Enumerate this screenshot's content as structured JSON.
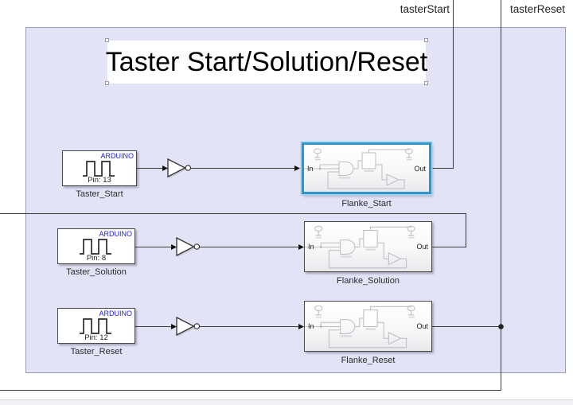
{
  "top_signals": {
    "start": "tasterStart",
    "reset": "tasterReset"
  },
  "area_title": "Taster Start/Solution/Reset",
  "sources": [
    {
      "brand": "ARDUINO",
      "pin": "Pin: 13",
      "name": "Taster_Start"
    },
    {
      "brand": "ARDUINO",
      "pin": "Pin: 8",
      "name": "Taster_Solution"
    },
    {
      "brand": "ARDUINO",
      "pin": "Pin: 12",
      "name": "Taster_Reset"
    }
  ],
  "subsystems": [
    {
      "name": "Flanke_Start",
      "port_in": "In",
      "port_out": "Out",
      "selected": true
    },
    {
      "name": "Flanke_Solution",
      "port_in": "In",
      "port_out": "Out",
      "selected": false
    },
    {
      "name": "Flanke_Reset",
      "port_in": "In",
      "port_out": "Out",
      "selected": false
    }
  ],
  "colors": {
    "area_fill": "#E3E3F8",
    "area_border": "#9A9AB5",
    "selection_blue": "#2E96CB",
    "wire": "#3A3A3A",
    "arduino_brand_blue": "#2020DD",
    "canvas": "#FFFFFF"
  }
}
